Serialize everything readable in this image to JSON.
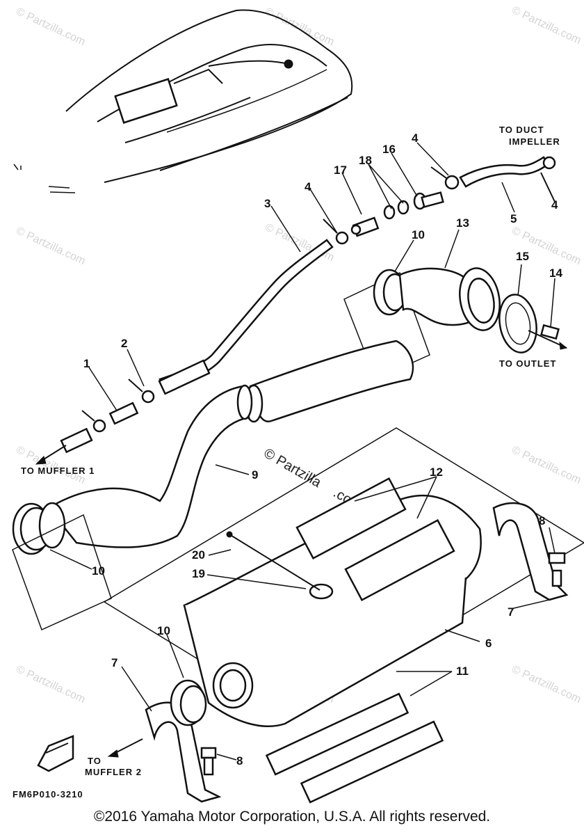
{
  "diagram": {
    "code": "FM6P010-3210",
    "watermark": "© Partzilla.com",
    "center_watermark_line1": "© Partzilla",
    "center_watermark_line2": ".com",
    "callouts": [
      "1",
      "2",
      "3",
      "4",
      "4",
      "4",
      "5",
      "6",
      "7",
      "7",
      "8",
      "8",
      "9",
      "10",
      "10",
      "10",
      "11",
      "12",
      "13",
      "14",
      "15",
      "16",
      "17",
      "18",
      "19",
      "20"
    ],
    "labels": {
      "to_duct_1": "TO DUCT",
      "to_duct_2": "IMPELLER",
      "to_outlet": "TO OUTLET",
      "to_muffler_1": "TO MUFFLER 1",
      "to_muffler_2a": "TO",
      "to_muffler_2b": "MUFFLER 2"
    }
  },
  "footer": {
    "copyright": "©2016  Yamaha Motor Corporation, U.S.A. All rights reserved."
  }
}
